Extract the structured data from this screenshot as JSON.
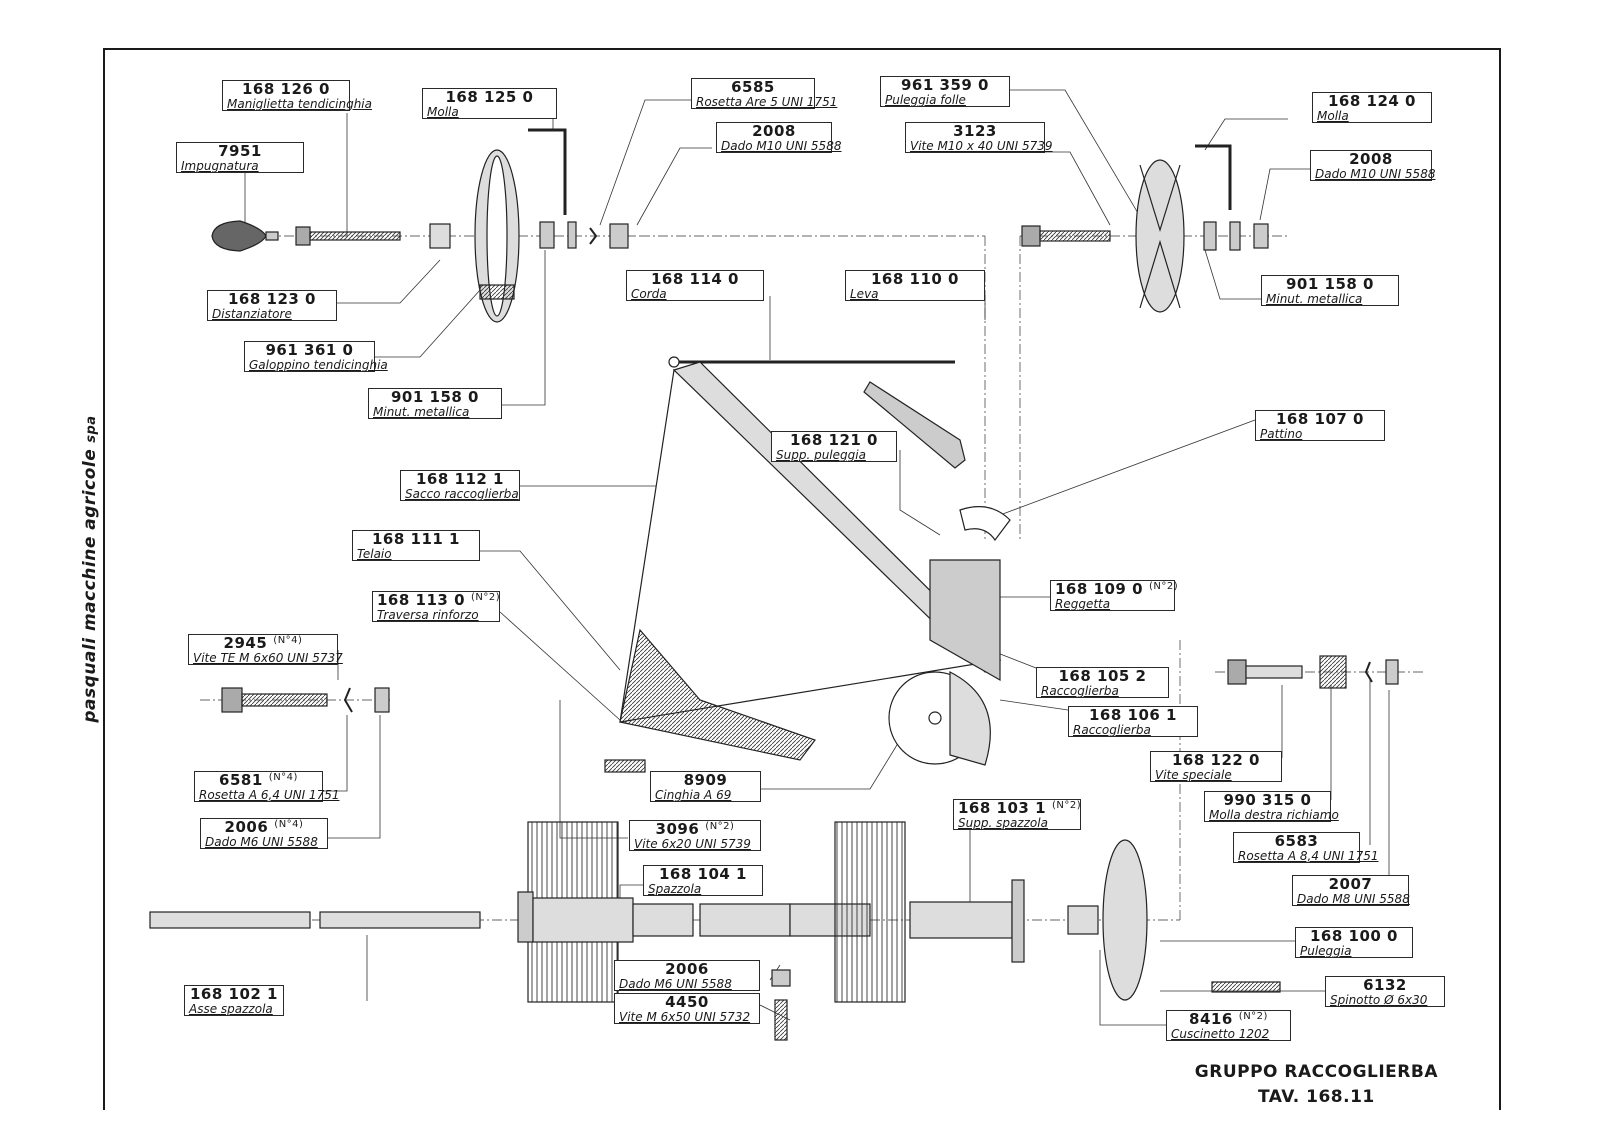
{
  "company": {
    "name": "pasquali macchine agricole",
    "suffix": "spa"
  },
  "title": {
    "line1": "GRUPPO RACCOGLIERBA",
    "line2": "TAV. 168.11"
  },
  "parts": [
    {
      "code": "168 126 0",
      "qty": "",
      "name": "Maniglietta tendicinghia"
    },
    {
      "code": "7951",
      "qty": "",
      "name": "Impugnatura"
    },
    {
      "code": "168 125 0",
      "qty": "",
      "name": "Molla"
    },
    {
      "code": "6585",
      "qty": "",
      "name": "Rosetta Are 5 UNI 1751"
    },
    {
      "code": "2008",
      "qty": "",
      "name": "Dado M10 UNI 5588"
    },
    {
      "code": "961 359 0",
      "qty": "",
      "name": "Puleggia folle"
    },
    {
      "code": "3123",
      "qty": "",
      "name": "Vite M10 x 40 UNI 5739"
    },
    {
      "code": "168 124 0",
      "qty": "",
      "name": "Molla"
    },
    {
      "code": "2008",
      "qty": "",
      "name": "Dado M10 UNI 5588"
    },
    {
      "code": "168 123 0",
      "qty": "",
      "name": "Distanziatore"
    },
    {
      "code": "961 361 0",
      "qty": "",
      "name": "Galoppino tendicinghia"
    },
    {
      "code": "901 158 0",
      "qty": "",
      "name": "Minut. metallica"
    },
    {
      "code": "168 114 0",
      "qty": "",
      "name": "Corda"
    },
    {
      "code": "168 110 0",
      "qty": "",
      "name": "Leva"
    },
    {
      "code": "901 158 0",
      "qty": "",
      "name": "Minut. metallica"
    },
    {
      "code": "168 121 0",
      "qty": "",
      "name": "Supp. puleggia"
    },
    {
      "code": "168 107 0",
      "qty": "",
      "name": "Pattino"
    },
    {
      "code": "168 112 1",
      "qty": "",
      "name": "Sacco raccoglierba"
    },
    {
      "code": "168 111 1",
      "qty": "",
      "name": "Telaio"
    },
    {
      "code": "168 113 0",
      "qty": "(N°2)",
      "name": "Traversa rinforzo"
    },
    {
      "code": "168 109 0",
      "qty": "(N°2)",
      "name": "Reggetta"
    },
    {
      "code": "2945",
      "qty": "(N°4)",
      "name": "Vite TE M 6x60 UNI 5737"
    },
    {
      "code": "168 105 2",
      "qty": "",
      "name": "Raccoglierba"
    },
    {
      "code": "168 106 1",
      "qty": "",
      "name": "Raccoglierba"
    },
    {
      "code": "168 122 0",
      "qty": "",
      "name": "Vite speciale"
    },
    {
      "code": "6581",
      "qty": "(N°4)",
      "name": "Rosetta A 6,4 UNI 1751"
    },
    {
      "code": "8909",
      "qty": "",
      "name": "Cinghia A 69"
    },
    {
      "code": "990 315 0",
      "qty": "",
      "name": "Molla destra richiamo"
    },
    {
      "code": "2006",
      "qty": "(N°4)",
      "name": "Dado M6 UNI 5588"
    },
    {
      "code": "3096",
      "qty": "(N°2)",
      "name": "Vite 6x20 UNI 5739"
    },
    {
      "code": "168 103 1",
      "qty": "(N°2)",
      "name": "Supp. spazzola"
    },
    {
      "code": "6583",
      "qty": "",
      "name": "Rosetta A 8,4 UNI 1751"
    },
    {
      "code": "168 104 1",
      "qty": "",
      "name": "Spazzola"
    },
    {
      "code": "2007",
      "qty": "",
      "name": "Dado M8 UNI 5588"
    },
    {
      "code": "2006",
      "qty": "",
      "name": "Dado M6 UNI 5588"
    },
    {
      "code": "168 100 0",
      "qty": "",
      "name": "Puleggia"
    },
    {
      "code": "4450",
      "qty": "",
      "name": "Vite M 6x50 UNI 5732"
    },
    {
      "code": "6132",
      "qty": "",
      "name": "Spinotto Ø 6x30"
    },
    {
      "code": "168 102 1",
      "qty": "",
      "name": "Asse spazzola"
    },
    {
      "code": "8416",
      "qty": "(N°2)",
      "name": "Cuscinetto 1202"
    }
  ]
}
